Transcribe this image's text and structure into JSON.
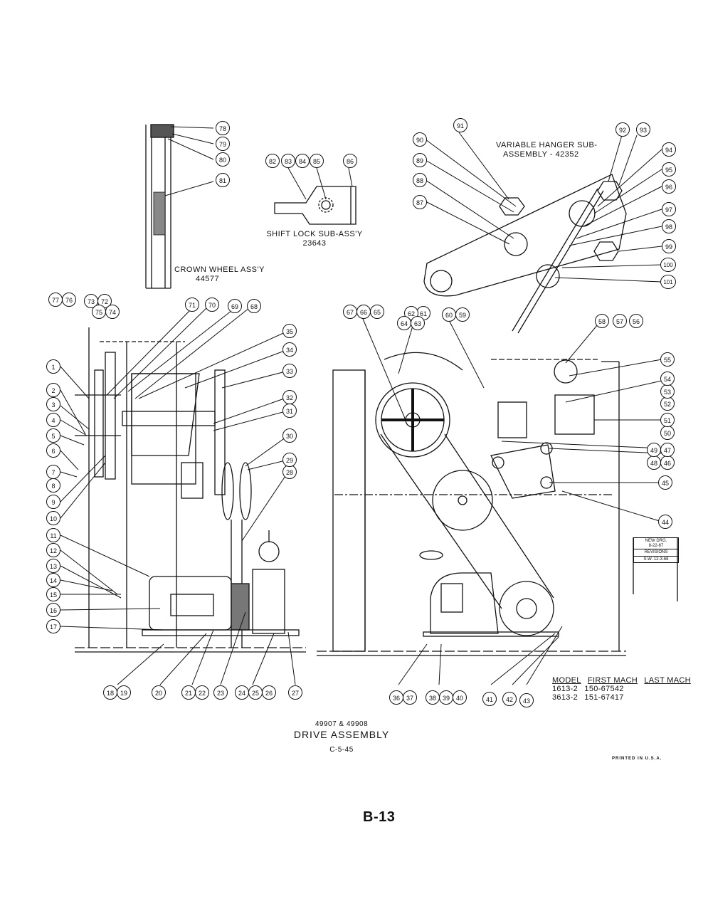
{
  "labels": {
    "crown_wheel": "CROWN WHEEL ASS'Y",
    "crown_wheel_no": "44577",
    "shift_lock": "SHIFT LOCK SUB-ASS'Y",
    "shift_lock_no": "23643",
    "variable_hanger_line1": "VARIABLE HANGER SUB-",
    "variable_hanger_line2": "ASSEMBLY - 42352"
  },
  "title": {
    "numbers": "49907 & 49908",
    "name": "DRIVE ASSEMBLY",
    "code": "C-5-45"
  },
  "revisions": {
    "line1": "NEW DRG.",
    "line2": "8-22-67",
    "line3": "REVISIONS",
    "line4": "S.W. 12-3-68"
  },
  "model_table": {
    "headers": [
      "MODEL",
      "FIRST MACH",
      "LAST MACH"
    ],
    "rows": [
      [
        "1613-2",
        "150-67542"
      ],
      [
        "3613-2",
        "151-67417"
      ]
    ]
  },
  "printed": "PRINTED IN U.S.A.",
  "page_number": "B-13",
  "balloons": [
    "1",
    "2",
    "3",
    "4",
    "5",
    "6",
    "7",
    "8",
    "9",
    "10",
    "11",
    "12",
    "13",
    "14",
    "15",
    "16",
    "17",
    "18",
    "19",
    "20",
    "21",
    "22",
    "23",
    "24",
    "25",
    "26",
    "27",
    "28",
    "29",
    "30",
    "31",
    "32",
    "33",
    "34",
    "35",
    "36",
    "37",
    "38",
    "39",
    "40",
    "41",
    "42",
    "43",
    "44",
    "45",
    "46",
    "47",
    "48",
    "49",
    "50",
    "51",
    "52",
    "53",
    "54",
    "55",
    "56",
    "57",
    "58",
    "59",
    "60",
    "61",
    "62",
    "63",
    "64",
    "65",
    "66",
    "67",
    "68",
    "69",
    "70",
    "71",
    "72",
    "73",
    "74",
    "75",
    "76",
    "77",
    "78",
    "79",
    "80",
    "81",
    "82",
    "83",
    "84",
    "85",
    "86",
    "87",
    "88",
    "89",
    "90",
    "91",
    "92",
    "93",
    "94",
    "95",
    "96",
    "97",
    "98",
    "99",
    "100",
    "101"
  ]
}
